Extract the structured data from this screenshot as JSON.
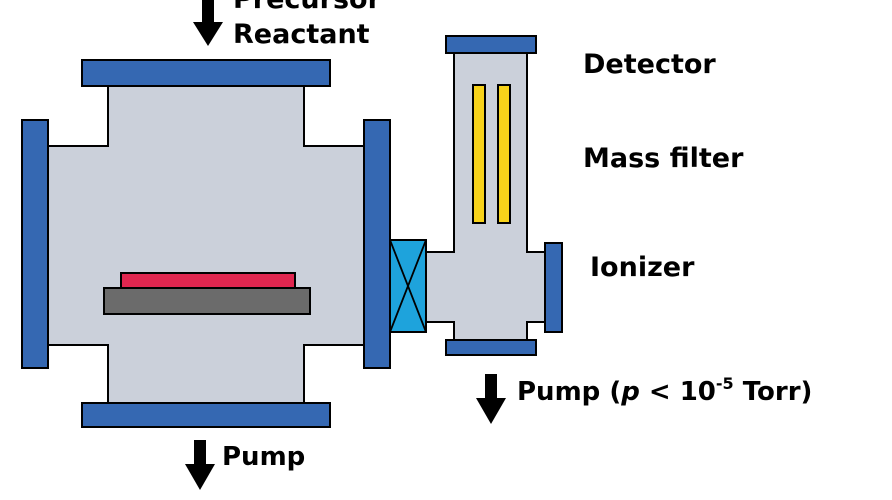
{
  "labels": {
    "precursor": "Precursor",
    "reactant": "Reactant",
    "detector": "Detector",
    "mass_filter": "Mass filter",
    "ionizer": "Ionizer",
    "pump_main": "Pump",
    "pump_qms_prefix": "Pump (",
    "pump_qms_p": "p",
    "pump_qms_mid": " < 10",
    "pump_qms_exp": "-5",
    "pump_qms_suffix": " Torr)"
  },
  "colors": {
    "chamber": "#cbd0da",
    "outline": "#000000",
    "flange": "#3568b2",
    "substrate": "#e0264f",
    "holder": "#6b6b6b",
    "valve": "#1ea3dc",
    "rods": "#f7d21a",
    "arrow": "#000000"
  }
}
